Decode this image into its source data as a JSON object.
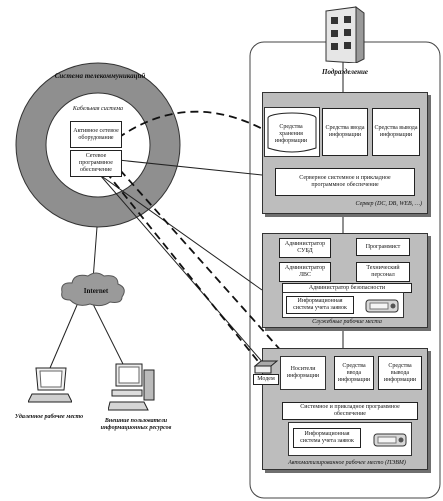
{
  "telecom_system": {
    "title": "Система телекоммуникаций"
  },
  "cable_system": {
    "title": "Кабельная система",
    "active": "Активное сетевое оборудование",
    "software": "Сетевое программное обеспечение"
  },
  "subdivision": {
    "title": "Подразделение"
  },
  "server": {
    "storage": "Средства хранения информации",
    "input": "Средства ввода информации",
    "output": "Средства вывода информации",
    "software": "Серверное системное и прикладное программное обеспечение",
    "caption": "Сервер (DC, DB, WEB, …)"
  },
  "staff": {
    "dba": "Администратор СУБД",
    "programmer": "Программист",
    "lan_admin": "Администратор ЛВС",
    "tech": "Технический персонал",
    "security_admin": "Администратор безопасности",
    "info_system": "Информационная система учета заявок",
    "caption": "Служебные рабочие места"
  },
  "workstation": {
    "modem": "Модем",
    "media": "Носители информации",
    "input": "Средства ввода информации",
    "output": "Средства вывода информации",
    "software": "Системное и прикладное программное обеспечение",
    "info_system": "Информационная система учета заявок",
    "caption": "Автоматизированное рабочее место (ПЭВМ)"
  },
  "internet": {
    "label": "Internet"
  },
  "remote": {
    "label": "Удаленное рабочее место"
  },
  "external": {
    "label": "Внешние пользователи информационных ресурсов"
  }
}
